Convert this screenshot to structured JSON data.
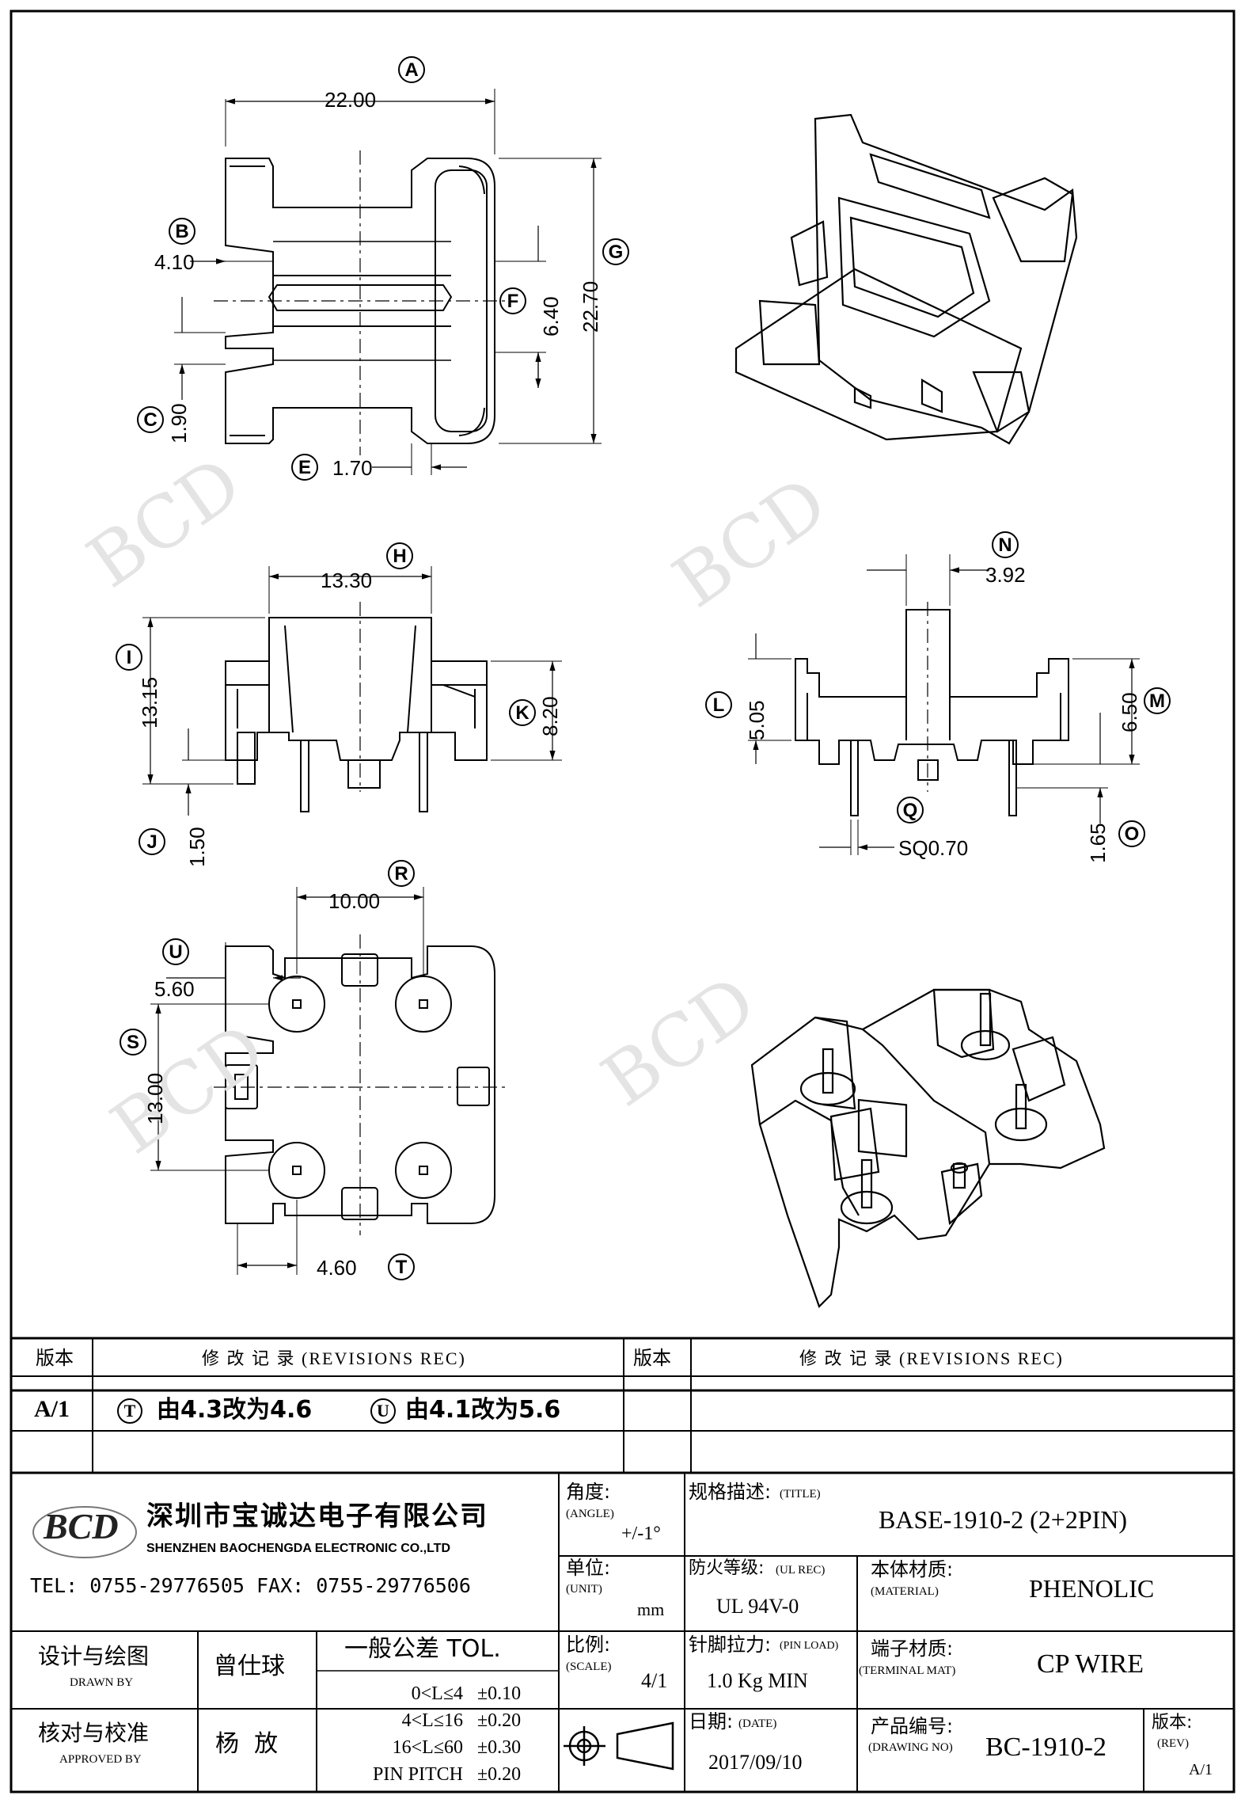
{
  "drawing": {
    "views": {
      "top": {
        "labels": {
          "A": "A",
          "B": "B",
          "C": "C",
          "E": "E",
          "F": "F",
          "G": "G"
        },
        "dims": {
          "A": "22.00",
          "B": "4.10",
          "C": "1.90",
          "E": "1.70",
          "F": "6.40",
          "G": "22.70"
        }
      },
      "front": {
        "labels": {
          "H": "H",
          "I": "I",
          "J": "J",
          "K": "K"
        },
        "dims": {
          "H": "13.30",
          "I": "13.15",
          "J": "1.50",
          "K": "8.20"
        }
      },
      "side": {
        "labels": {
          "L": "L",
          "M": "M",
          "N": "N",
          "O": "O",
          "Q": "Q"
        },
        "dims": {
          "L": "5.05",
          "M": "6.50",
          "N": "3.92",
          "O": "1.65",
          "Q": "SQ0.70"
        }
      },
      "bottom": {
        "labels": {
          "R": "R",
          "S": "S",
          "T": "T",
          "U": "U"
        },
        "dims": {
          "R": "10.00",
          "S": "13.00",
          "T": "4.60",
          "U": "5.60"
        }
      }
    },
    "watermark": "BCD"
  },
  "revisions": {
    "header_version": "版本",
    "header_record": "修 改 记 录 (REVISIONS REC)",
    "rows": [
      {
        "version": "A/1",
        "mark1": "T",
        "text1": "由4.3改为4.6",
        "mark2": "U",
        "text2": "由4.1改为5.6"
      }
    ]
  },
  "company": {
    "logo": "BCD",
    "name_cn": "深圳市宝诚达电子有限公司",
    "name_en": "SHENZHEN BAOCHENGDA ELECTRONIC CO.,LTD",
    "tel_fax": "TEL: 0755-29776505  FAX: 0755-29776506"
  },
  "titleblock": {
    "angle_label": "角度:",
    "angle_label_en": "(ANGLE)",
    "angle_value": "+/-1°",
    "title_label": "规格描述:",
    "title_label_en": "(TITLE)",
    "title_value": "BASE-1910-2 (2+2PIN)",
    "unit_label": "单位:",
    "unit_label_en": "(UNIT)",
    "unit_value": "mm",
    "ul_label": "防火等级:",
    "ul_label_en": "(UL REC)",
    "ul_value": "UL 94V-0",
    "material_label": "本体材质:",
    "material_label_en": "(MATERIAL)",
    "material_value": "PHENOLIC",
    "drawn_label": "设计与绘图",
    "drawn_label_en": "DRAWN BY",
    "drawn_value": "曾仕球",
    "tol_label": "一般公差 TOL.",
    "tol_rows": [
      {
        "range": "0<L≤4",
        "tol": "±0.10"
      },
      {
        "range": "4<L≤16",
        "tol": "±0.20"
      },
      {
        "range": "16<L≤60",
        "tol": "±0.30"
      },
      {
        "range": "PIN PITCH",
        "tol": "±0.20"
      }
    ],
    "scale_label": "比例:",
    "scale_label_en": "(SCALE)",
    "scale_value": "4/1",
    "pinload_label": "针脚拉力:",
    "pinload_label_en": "(PIN LOAD)",
    "pinload_value": "1.0 Kg MIN",
    "terminal_label": "端子材质:",
    "terminal_label_en": "(TERMINAL MAT)",
    "terminal_value": "CP WIRE",
    "approved_label": "核对与校准",
    "approved_label_en": "APPROVED BY",
    "approved_value": "杨  放",
    "date_label": "日期:",
    "date_label_en": "(DATE)",
    "date_value": "2017/09/10",
    "drawingno_label": "产品编号:",
    "drawingno_label_en": "(DRAWING NO)",
    "drawingno_value": "BC-1910-2",
    "rev_label": "版本:",
    "rev_label_en": "(REV)",
    "rev_value": "A/1"
  }
}
